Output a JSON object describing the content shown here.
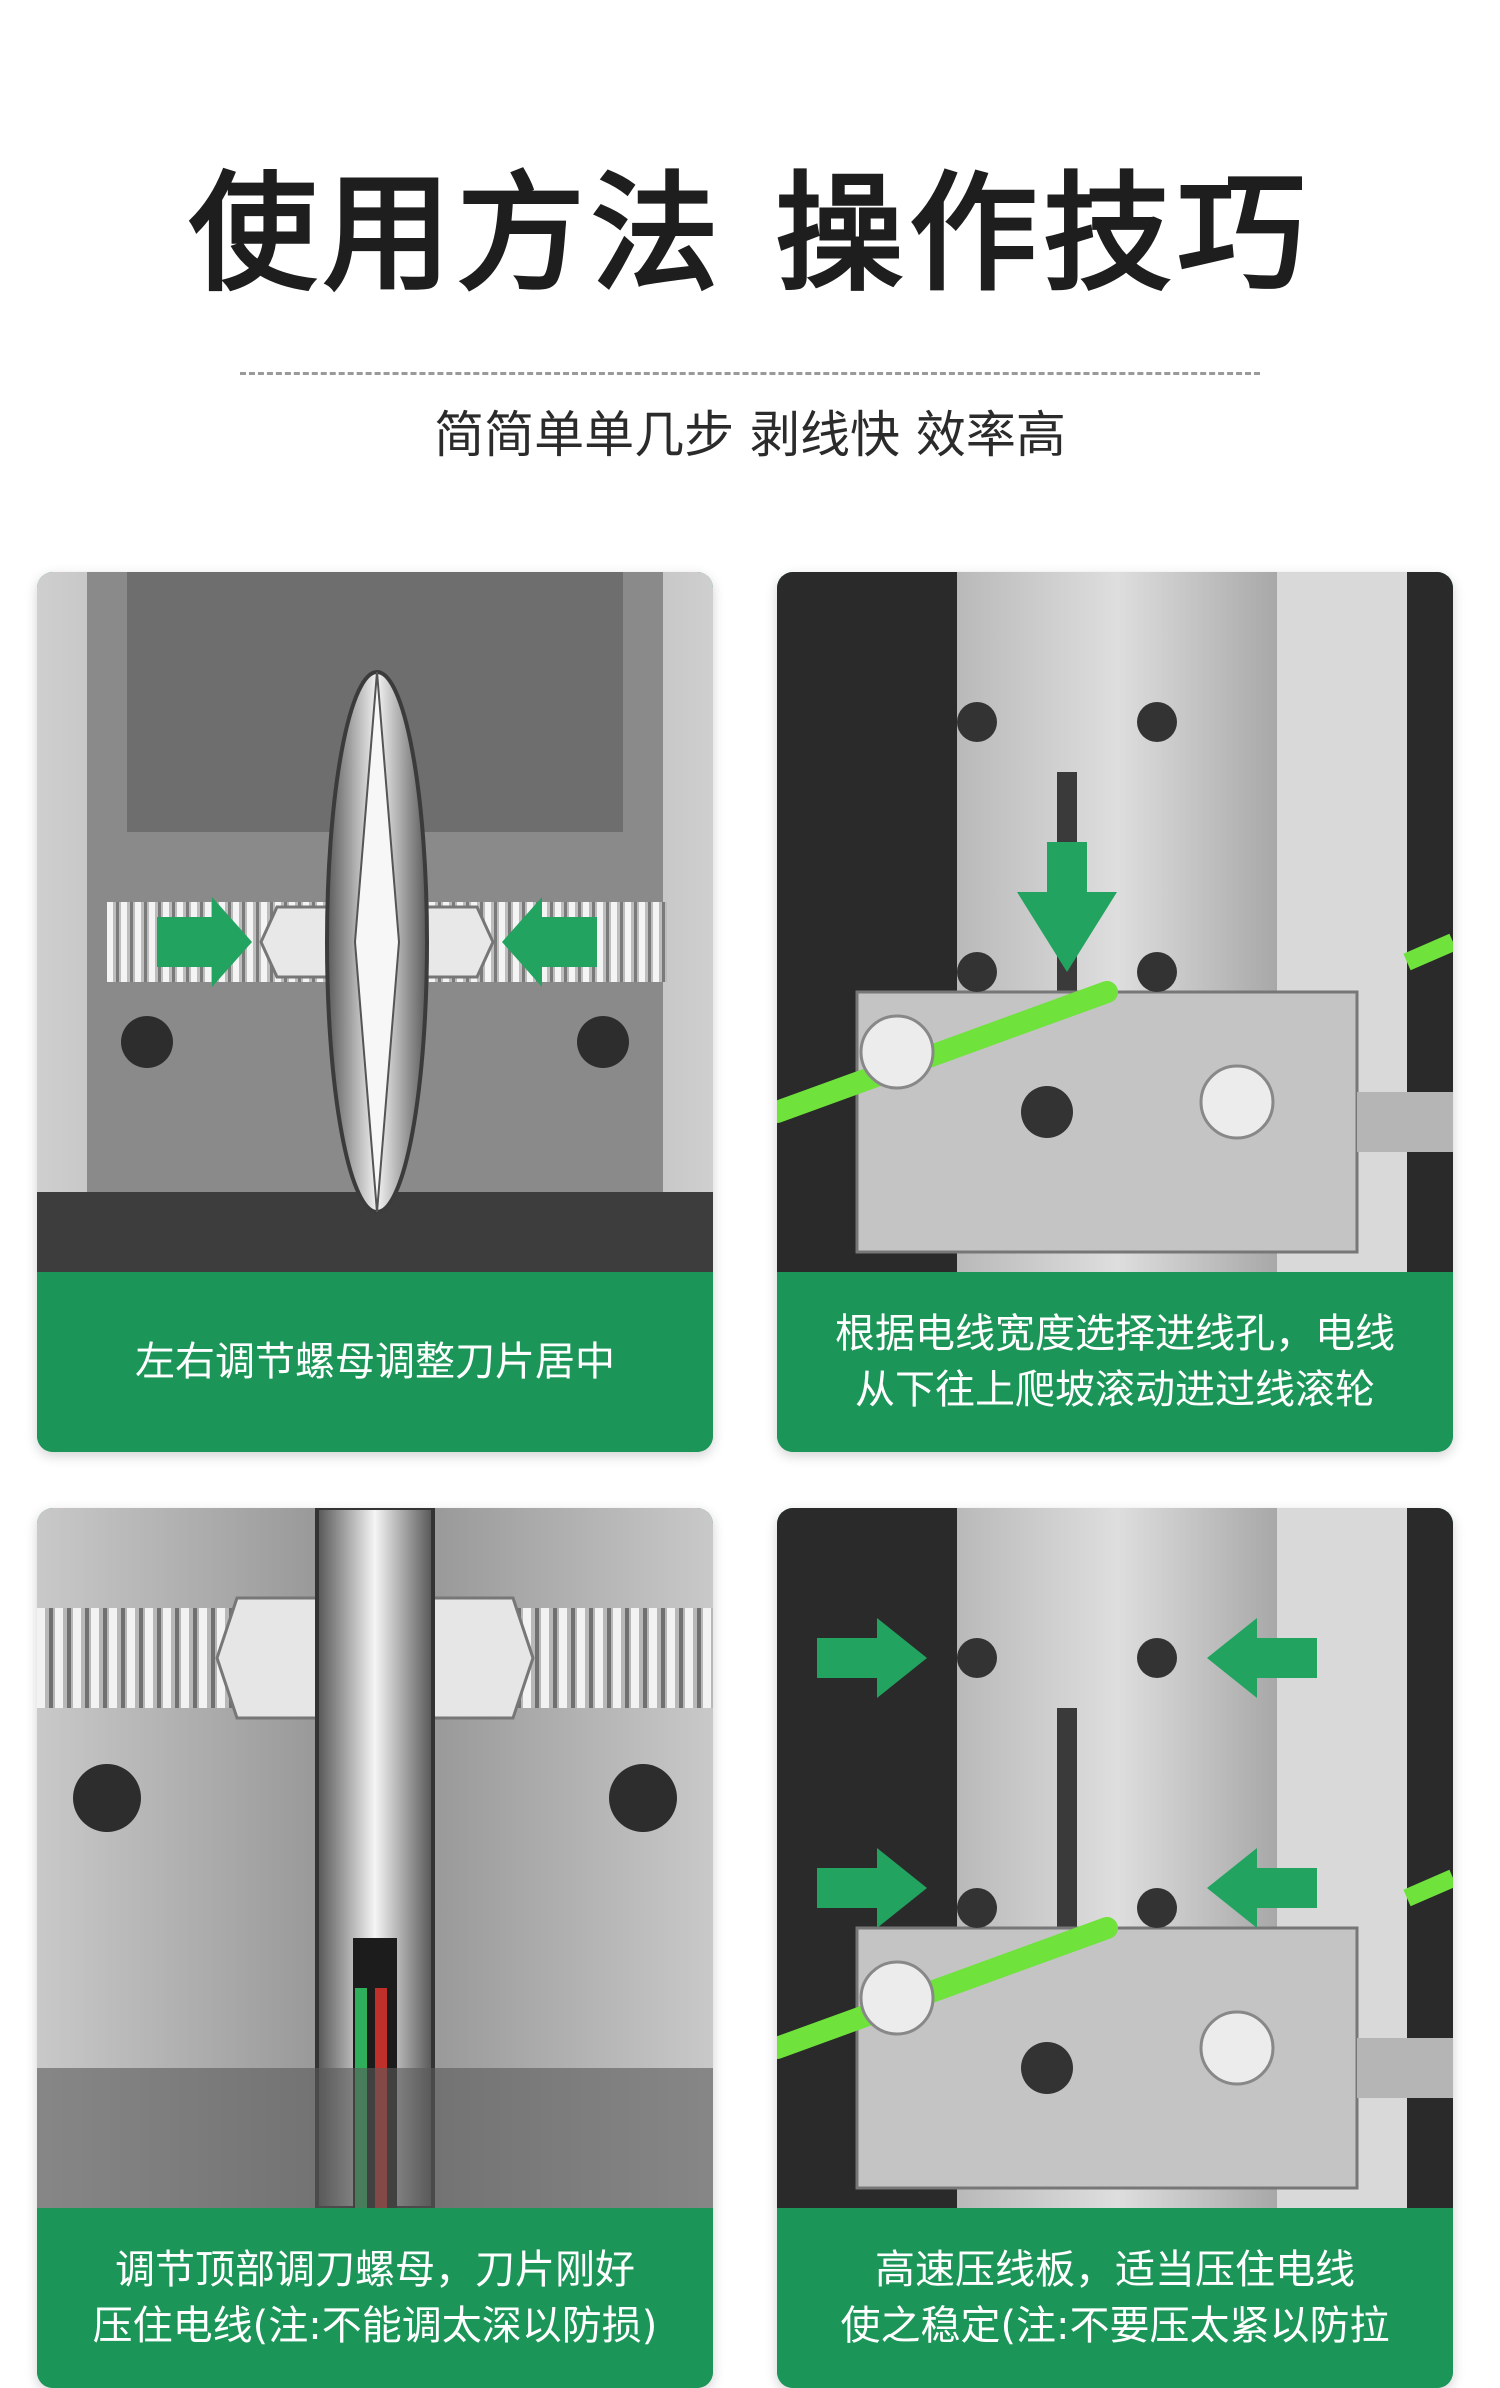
{
  "header": {
    "title": "使用方法 操作技巧",
    "subtitle": "简简单单几步 剥线快 效率高"
  },
  "steps": [
    {
      "line1": "左右调节螺母调整刀片居中",
      "line2": ""
    },
    {
      "line1": "根据电线宽度选择进线孔，电线",
      "line2": "从下往上爬坡滚动进过线滚轮"
    },
    {
      "line1": "调节顶部调刀螺母，刀片刚好",
      "line2": "压住电线(注:不能调太深以防损)"
    },
    {
      "line1": "高速压线板，适当压住电线",
      "line2": "使之稳定(注:不要压太紧以防拉"
    }
  ],
  "colors": {
    "accent": "#1b9658",
    "arrow": "#22a35f",
    "wire": "#6fe23c"
  }
}
